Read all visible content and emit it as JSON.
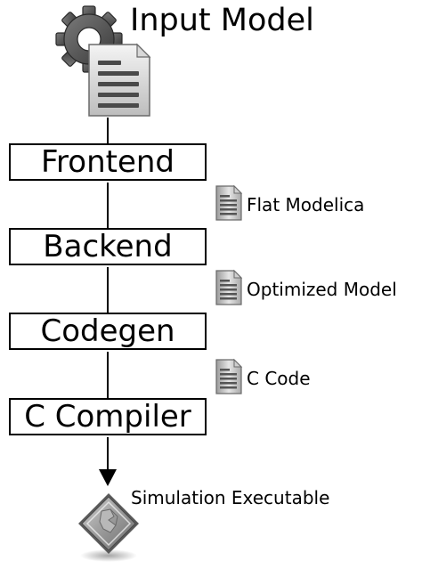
{
  "diagram": {
    "title": "Input Model",
    "stages": [
      {
        "label": "Frontend"
      },
      {
        "label": "Backend"
      },
      {
        "label": "Codegen"
      },
      {
        "label": "C Compiler"
      }
    ],
    "artifacts": [
      {
        "label": "Flat Modelica",
        "icon": "document-icon"
      },
      {
        "label": "Optimized Model",
        "icon": "document-icon"
      },
      {
        "label": "C Code",
        "icon": "document-icon"
      }
    ],
    "output": {
      "label": "Simulation Executable",
      "icon": "executable-icon"
    },
    "input_icon": "gear-document-icon"
  }
}
